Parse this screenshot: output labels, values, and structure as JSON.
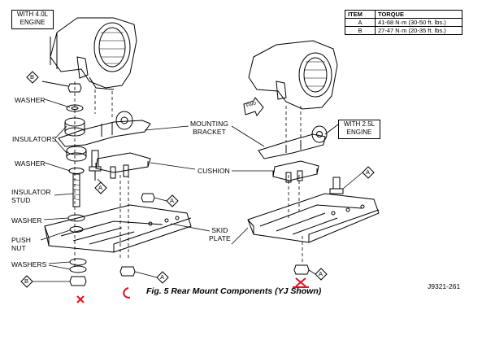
{
  "labels": {
    "engine_40": "WITH 4.0L\nENGINE",
    "engine_25": "WITH 2.5L\nENGINE",
    "washer_1": "WASHER",
    "insulators": "INSULATORS",
    "washer_2": "WASHER",
    "insulator_stud": "INSULATOR\nSTUD",
    "washer_3": "WASHER",
    "push_nut": "PUSH\nNUT",
    "washers": "WASHERS",
    "mounting_bracket": "MOUNTING\nBRACKET",
    "cushion": "CUSHION",
    "skid_plate": "SKID\nPLATE"
  },
  "torque_table": {
    "headers": [
      "ITEM",
      "TORQUE"
    ],
    "rows": [
      {
        "item": "A",
        "torque": "41-68 N·m (30-50 ft. lbs.)"
      },
      {
        "item": "B",
        "torque": "27-47 N·m (20-35 ft. lbs.)"
      }
    ]
  },
  "markers": {
    "a": "A",
    "b": "B",
    "fwd": "FWD"
  },
  "caption": "Fig. 5 Rear Mount Components (YJ Shown)",
  "figure_id": "J9321-261",
  "colors": {
    "line": "#000000",
    "annotation": "#e0141e"
  }
}
